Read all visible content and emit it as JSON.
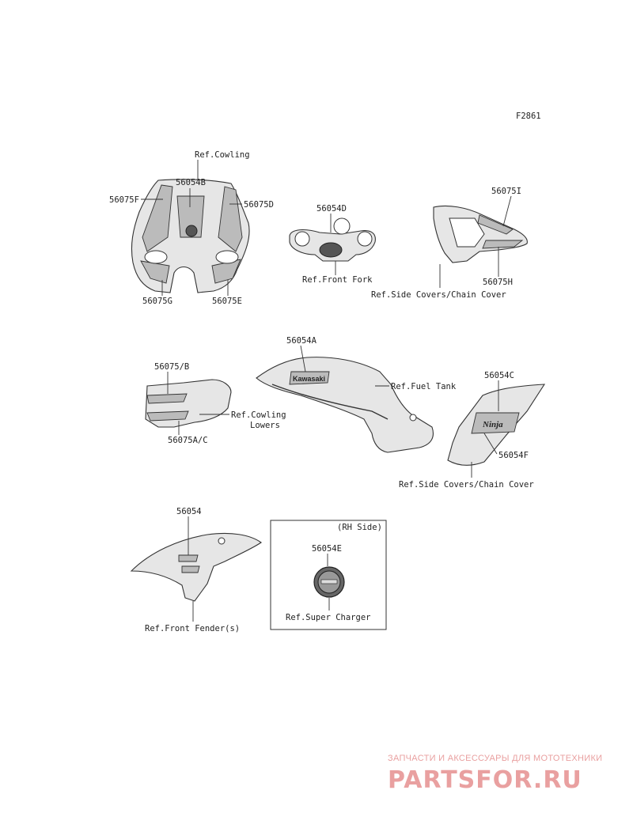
{
  "figure_code": "F2861",
  "labels": {
    "ref_cowling": "Ref.Cowling",
    "p56054B": "56054B",
    "p56075F": "56075F",
    "p56075D": "56075D",
    "p56075G": "56075G",
    "p56075E": "56075E",
    "p56054D": "56054D",
    "ref_front_fork": "Ref.Front Fork",
    "p56075I": "56075I",
    "p56075H": "56075H",
    "ref_side_covers_1": "Ref.Side Covers/Chain Cover",
    "p56054A": "56054A",
    "ref_fuel_tank": "Ref.Fuel Tank",
    "p56075B": "56075/B",
    "ref_cowling_lowers_1": "Ref.Cowling",
    "ref_cowling_lowers_2": "Lowers",
    "p56075AC": "56075A/C",
    "p56054C": "56054C",
    "p56054F": "56054F",
    "ref_side_covers_2": "Ref.Side Covers/Chain Cover",
    "p56054": "56054",
    "ref_front_fender": "Ref.Front Fender(s)",
    "rh_side": "(RH Side)",
    "p56054E": "56054E",
    "ref_super_charger": "Ref.Super Charger"
  },
  "decal_text": {
    "kawasaki": "Kawasaki",
    "ninja": "Ninja"
  },
  "watermark": {
    "tagline": "ЗАПЧАСТИ И АКСЕССУАРЫ ДЛЯ МОТОТЕХНИКИ",
    "logo": "PARTSFOR.RU"
  },
  "colors": {
    "line": "#333333",
    "decal_fill": "#bbbbbb",
    "watermark": "#e9a0a0"
  }
}
